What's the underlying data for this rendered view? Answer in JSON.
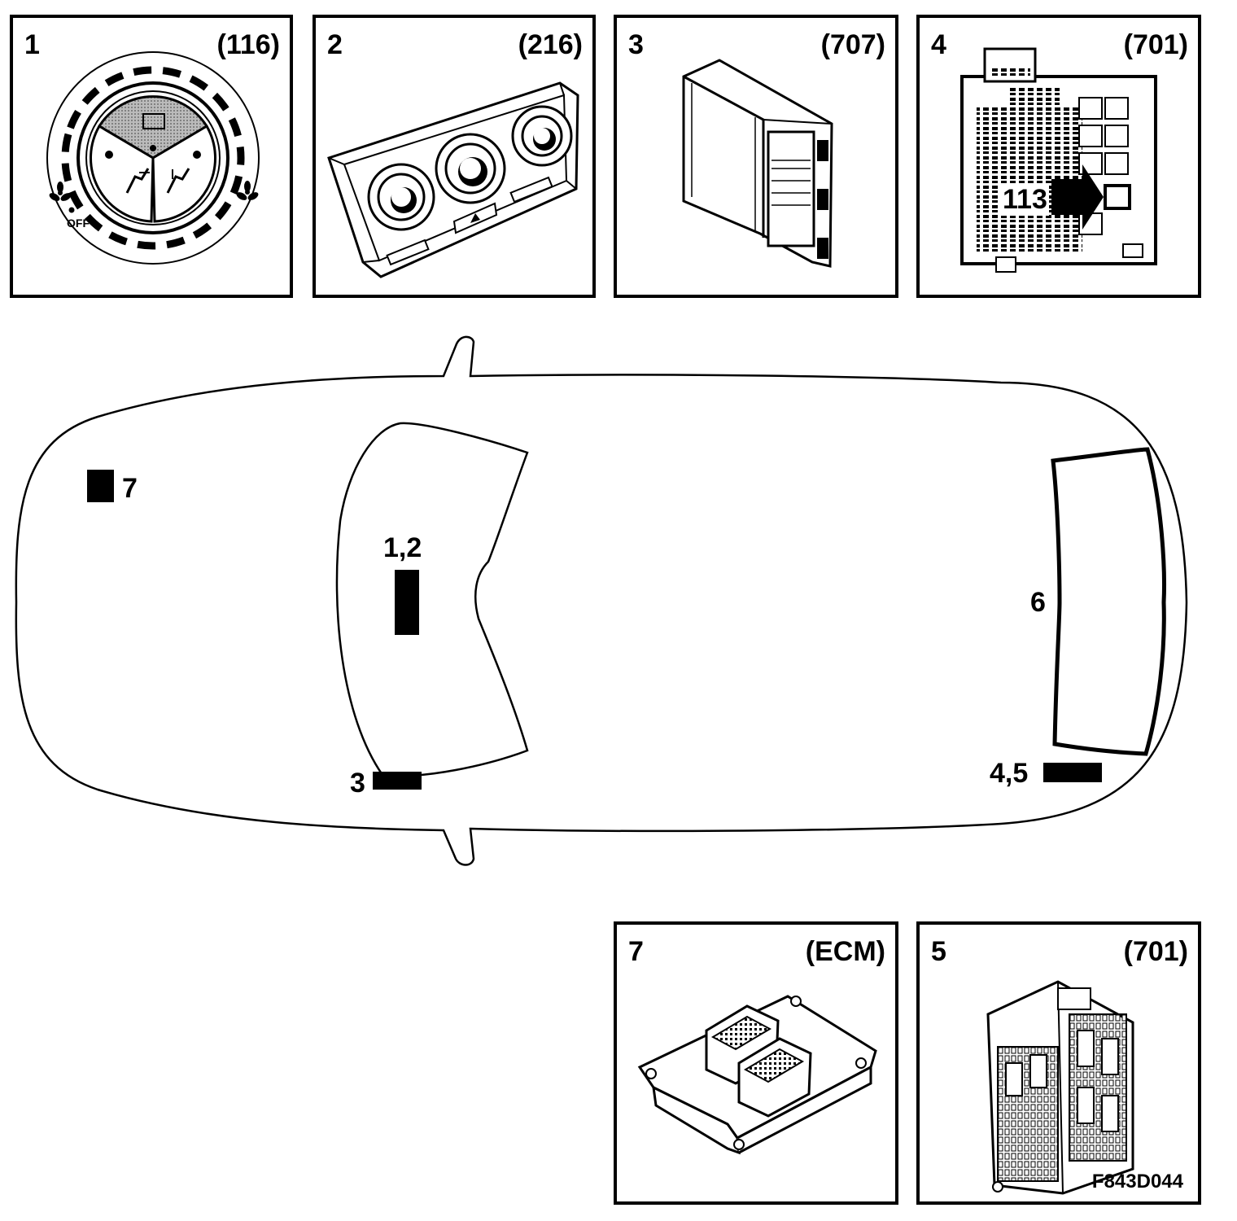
{
  "panels": [
    {
      "number": "1",
      "code": "(116)",
      "sub_text": "OFF"
    },
    {
      "number": "2",
      "code": "(216)"
    },
    {
      "number": "3",
      "code": "(707)"
    },
    {
      "number": "4",
      "code": "(701)",
      "callout": "113"
    },
    {
      "number": "7",
      "code": "(ECM)"
    },
    {
      "number": "5",
      "code": "(701)"
    }
  ],
  "car": {
    "labels": {
      "front_engine": "7",
      "dash": "1,2",
      "left_sill": "3",
      "rear_window": "6",
      "rear_right": "4,5"
    }
  },
  "figure_ref": "F843D044"
}
